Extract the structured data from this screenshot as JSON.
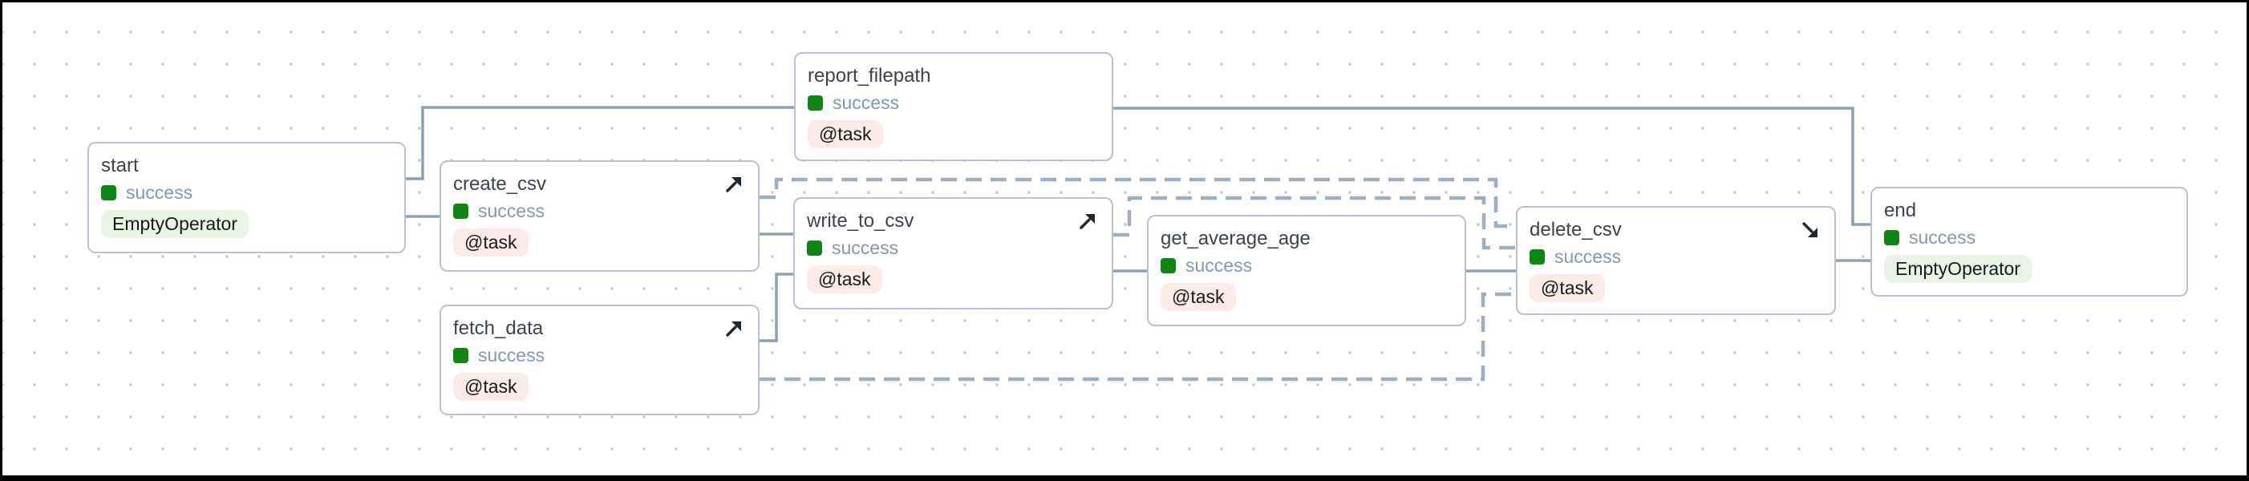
{
  "graph": {
    "nodes": [
      {
        "id": "start",
        "label": "start",
        "state": "success",
        "badge": "EmptyOperator",
        "badge_type": "operator",
        "corner_icon": null
      },
      {
        "id": "report_filepath",
        "label": "report_filepath",
        "state": "success",
        "badge": "@task",
        "badge_type": "task",
        "corner_icon": null
      },
      {
        "id": "create_csv",
        "label": "create_csv",
        "state": "success",
        "badge": "@task",
        "badge_type": "task",
        "corner_icon": "setup-arrow-up-right"
      },
      {
        "id": "fetch_data",
        "label": "fetch_data",
        "state": "success",
        "badge": "@task",
        "badge_type": "task",
        "corner_icon": "setup-arrow-up-right"
      },
      {
        "id": "write_to_csv",
        "label": "write_to_csv",
        "state": "success",
        "badge": "@task",
        "badge_type": "task",
        "corner_icon": "setup-arrow-up-right"
      },
      {
        "id": "get_average_age",
        "label": "get_average_age",
        "state": "success",
        "badge": "@task",
        "badge_type": "task",
        "corner_icon": null
      },
      {
        "id": "delete_csv",
        "label": "delete_csv",
        "state": "success",
        "badge": "@task",
        "badge_type": "task",
        "corner_icon": "teardown-arrow-down-right"
      },
      {
        "id": "end",
        "label": "end",
        "state": "success",
        "badge": "EmptyOperator",
        "badge_type": "operator",
        "corner_icon": null
      }
    ],
    "edges": [
      {
        "from": "start",
        "to": "report_filepath",
        "style": "solid"
      },
      {
        "from": "start",
        "to": "create_csv",
        "style": "solid"
      },
      {
        "from": "create_csv",
        "to": "write_to_csv",
        "style": "solid"
      },
      {
        "from": "fetch_data",
        "to": "write_to_csv",
        "style": "solid"
      },
      {
        "from": "write_to_csv",
        "to": "get_average_age",
        "style": "solid"
      },
      {
        "from": "get_average_age",
        "to": "delete_csv",
        "style": "solid"
      },
      {
        "from": "delete_csv",
        "to": "end",
        "style": "solid"
      },
      {
        "from": "report_filepath",
        "to": "end",
        "style": "solid"
      },
      {
        "from": "create_csv",
        "to": "delete_csv",
        "style": "dashed-setup-teardown"
      },
      {
        "from": "write_to_csv",
        "to": "delete_csv",
        "style": "dashed-setup-teardown"
      },
      {
        "from": "fetch_data",
        "to": "delete_csv",
        "style": "dashed-setup-teardown"
      }
    ]
  },
  "colors": {
    "frame": "#000000",
    "canvas_bg": "#ffffff",
    "grid_dot": "#c6c9cd",
    "node_border": "#b7c3d4",
    "title_text": "#3c434d",
    "status_text": "#8398af",
    "success_green": "#0e8612",
    "task_badge_bg": "#fcebe7",
    "operator_badge_bg": "#e8f5e2",
    "solid_edge": "#8da0b5",
    "dashed_edge": "#9eafc2",
    "corner_icon": "#1e2633"
  }
}
